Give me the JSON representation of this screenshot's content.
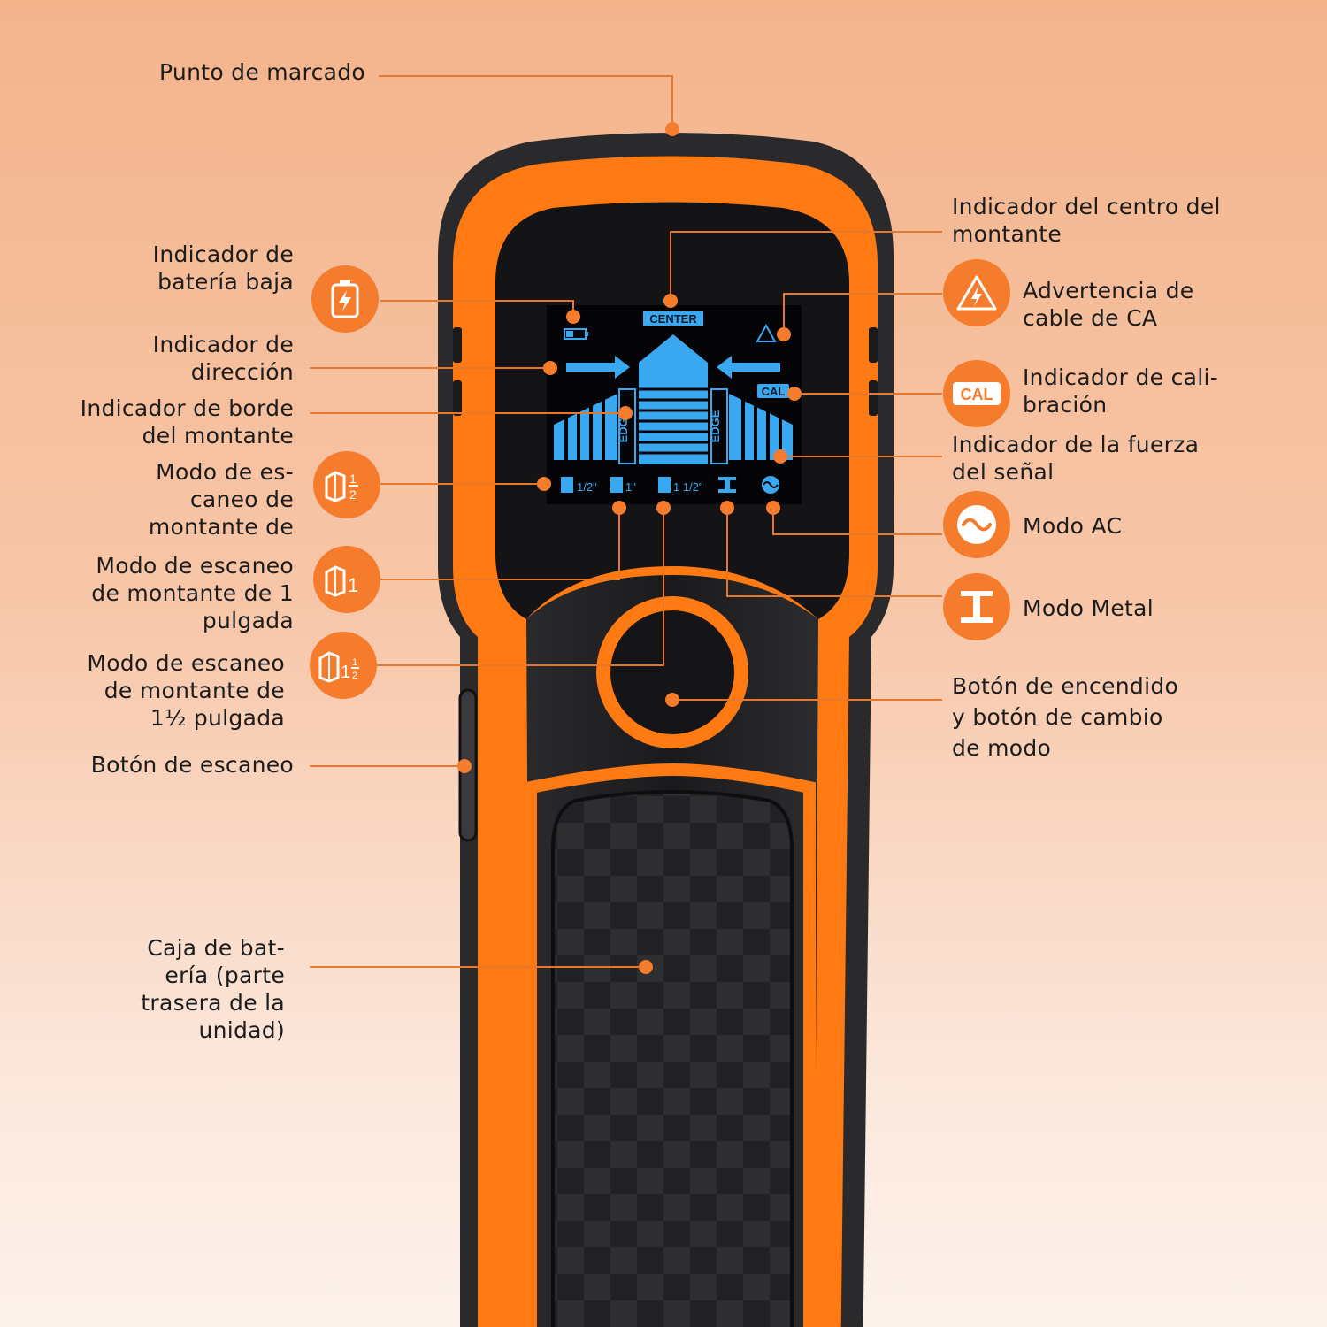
{
  "colors": {
    "accent": "#f47c2c",
    "device_orange": "#ff7a12",
    "device_body": "#1f1f22",
    "screen_blue": "#3aa8f0"
  },
  "screen": {
    "center_label": "CENTER",
    "cal_label": "CAL",
    "edge_left": "EDGE",
    "edge_right": "EDGE",
    "mode_half": "1/2\"",
    "mode_one": "1\"",
    "mode_one_half": "1 1/2\""
  },
  "labels": {
    "punto_marcado": "Punto de marcado",
    "bateria_baja": "Indicador de\nbatería baja",
    "direccion": "Indicador de\ndirección",
    "borde_montante": "Indicador de borde\ndel montante",
    "modo_medio": "Modo de es-\ncaneo de\nmontante de",
    "modo_uno": "Modo de escaneo\nde montante de 1\npulgada",
    "modo_uno_medio": "Modo de escaneo\nde montante de\n1½ pulgada",
    "boton_escaneo": "Botón de escaneo",
    "caja_bateria": "Caja de bat-\nería (parte\ntrasera de la\nunidad)",
    "centro_montante": "Indicador del centro del\nmontante",
    "advertencia_ca": "Advertencia de\ncable de CA",
    "calibracion": "Indicador de cali-\nbración",
    "fuerza_senal": "Indicador de la fuerza\ndel señal",
    "modo_ac": "Modo AC",
    "modo_metal": "Modo Metal",
    "boton_encendido": "Botón de encendido\ny botón de cambio\nde modo"
  },
  "icons": {
    "bateria": "battery-bolt-icon",
    "ca": "warning-triangle-bolt-icon",
    "cal": "cal-badge-icon",
    "ac": "sine-wave-icon",
    "metal": "i-beam-icon",
    "modo_medio": "stud-half-inch-icon",
    "modo_uno": "stud-one-inch-icon",
    "modo_uno_medio": "stud-one-half-inch-icon"
  }
}
